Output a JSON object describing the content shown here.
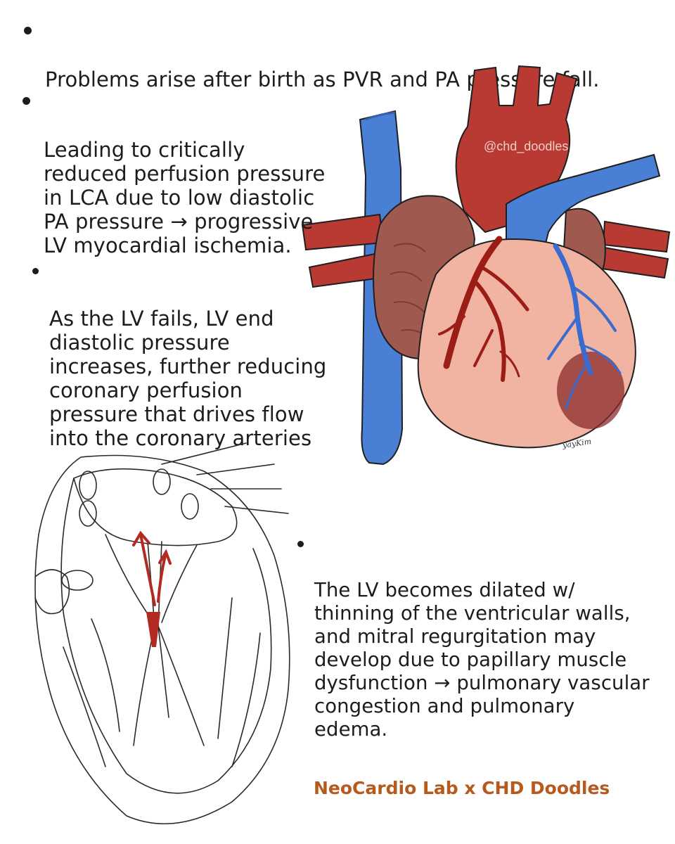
{
  "bullets": [
    {
      "text": "Problems arise after birth as PVR and PA pressure fall."
    },
    {
      "text": "Leading to critically\nreduced perfusion pressure\nin LCA due to low diastolic\nPA pressure → progressive\nLV myocardial ischemia."
    },
    {
      "text": "As the LV fails, LV end\ndiastolic pressure\nincreases, further reducing\ncoronary perfusion\npressure that drives flow\ninto the coronary arteries"
    },
    {
      "text": "The LV becomes dilated w/\nthinning of the ventricular walls,\nand mitral regurgitation may\ndevelop due to papillary muscle\ndysfunction → pulmonary vascular\ncongestion and pulmonary\nedema."
    }
  ],
  "watermark": "@chd_doodles",
  "signature": "yayKim",
  "credit": "NeoCardio Lab x CHD Doodles",
  "colors": {
    "artery_red": "#b83a32",
    "vein_blue": "#4a7fd6",
    "atrium_brown": "#a0594f",
    "myocardium_pink": "#f2b4a2",
    "coronary_dark_red": "#9c1c16",
    "credit_orange": "#b65a1e"
  }
}
